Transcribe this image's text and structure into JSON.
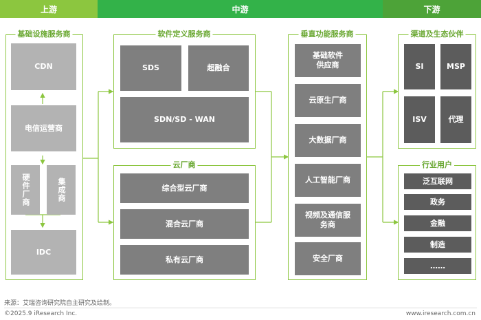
{
  "header": {
    "upstream": "上游",
    "midstream": "中游",
    "downstream": "下游"
  },
  "upstream": {
    "title": "基础设施服务商",
    "cdn": "CDN",
    "telecom": "电信运营商",
    "hardware": "硬件厂商",
    "integrator": "集成商",
    "idc": "IDC"
  },
  "sds_panel": {
    "title": "软件定义服务商",
    "sds": "SDS",
    "hci": "超融合",
    "sdn": "SDN/SD - WAN"
  },
  "cloud_panel": {
    "title": "云厂商",
    "items": [
      "综合型云厂商",
      "混合云厂商",
      "私有云厂商"
    ]
  },
  "vertical_panel": {
    "title": "垂直功能服务商",
    "items": [
      "基础软件供应商",
      "云原生厂商",
      "大数据厂商",
      "人工智能厂商",
      "视频及通信服务商",
      "安全厂商"
    ]
  },
  "channel_panel": {
    "title": "渠道及生态伙伴",
    "si": "SI",
    "msp": "MSP",
    "isv": "ISV",
    "agent": "代理"
  },
  "industry_panel": {
    "title": "行业用户",
    "items": [
      "泛互联网",
      "政务",
      "金融",
      "制造",
      "……"
    ]
  },
  "footer": {
    "source": "来源：艾瑞咨询研究院自主研究及绘制。",
    "copyright": "©2025.9 iResearch Inc.",
    "website": "www.iresearch.com.cn"
  },
  "colors": {
    "upstream_band": "#8cc63f",
    "midstream_band": "#33b249",
    "downstream_band": "#4da338",
    "line": "#8cc63f",
    "box_dark": "#7f7f7f",
    "box_light": "#b3b3b3"
  }
}
